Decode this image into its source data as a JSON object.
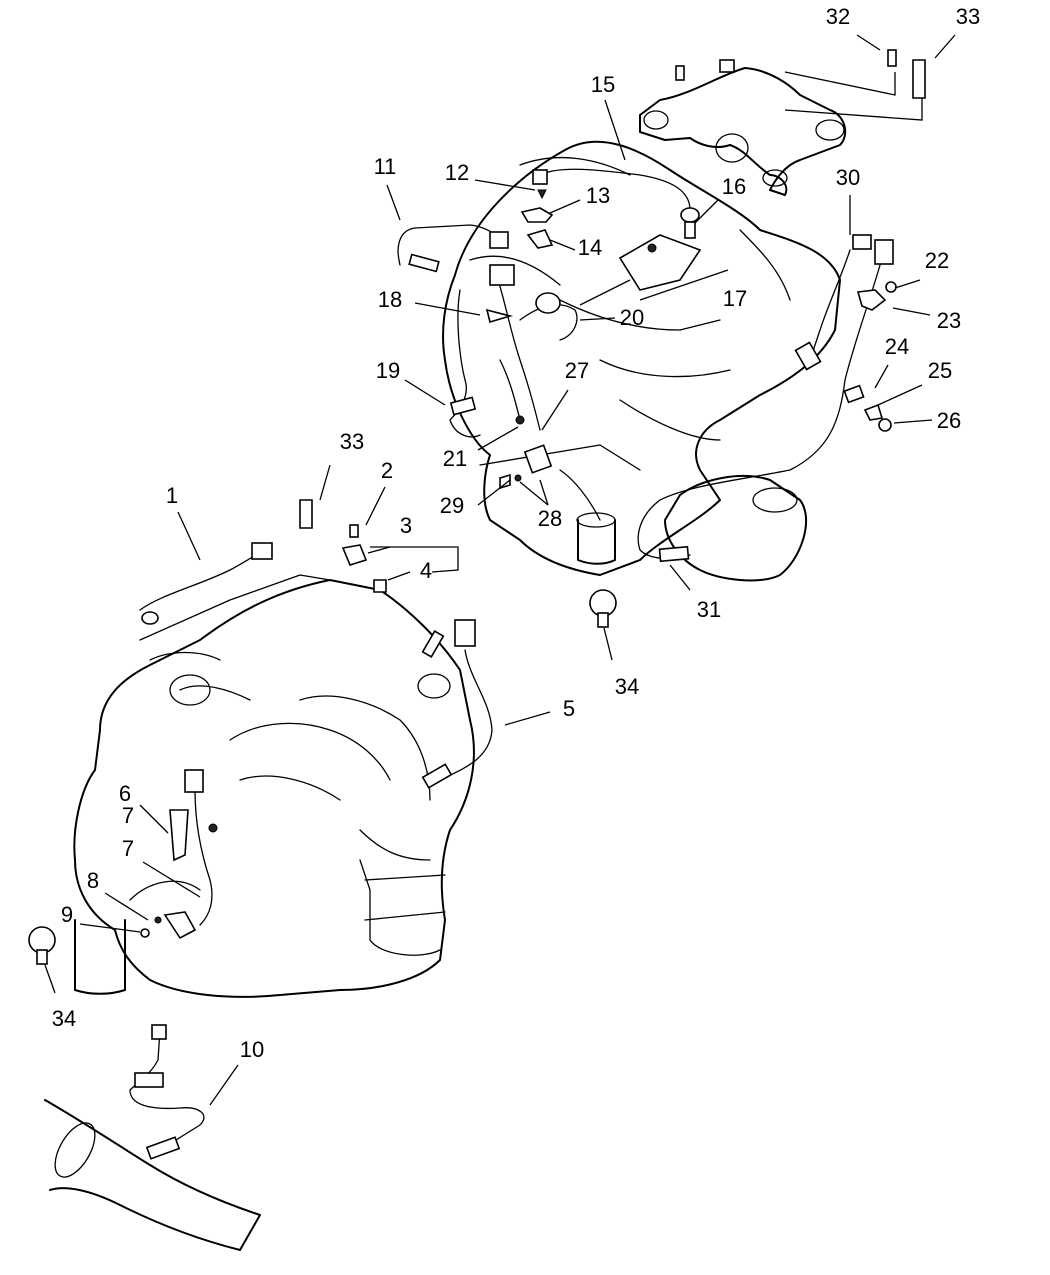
{
  "diagram": {
    "callouts": [
      {
        "id": "c32a",
        "label": "32"
      },
      {
        "id": "c33a",
        "label": "33"
      },
      {
        "id": "c15",
        "label": "15"
      },
      {
        "id": "c11",
        "label": "11"
      },
      {
        "id": "c12",
        "label": "12"
      },
      {
        "id": "c13",
        "label": "13"
      },
      {
        "id": "c16",
        "label": "16"
      },
      {
        "id": "c30",
        "label": "30"
      },
      {
        "id": "c14",
        "label": "14"
      },
      {
        "id": "c22",
        "label": "22"
      },
      {
        "id": "c18",
        "label": "18"
      },
      {
        "id": "c20",
        "label": "20"
      },
      {
        "id": "c17",
        "label": "17"
      },
      {
        "id": "c23",
        "label": "23"
      },
      {
        "id": "c24",
        "label": "24"
      },
      {
        "id": "c19",
        "label": "19"
      },
      {
        "id": "c27",
        "label": "27"
      },
      {
        "id": "c25",
        "label": "25"
      },
      {
        "id": "c26",
        "label": "26"
      },
      {
        "id": "c21",
        "label": "21"
      },
      {
        "id": "c33b",
        "label": "33"
      },
      {
        "id": "c2",
        "label": "2"
      },
      {
        "id": "c1",
        "label": "1"
      },
      {
        "id": "c29",
        "label": "29"
      },
      {
        "id": "c28",
        "label": "28"
      },
      {
        "id": "c3",
        "label": "3"
      },
      {
        "id": "c4",
        "label": "4"
      },
      {
        "id": "c31",
        "label": "31"
      },
      {
        "id": "c34a",
        "label": "34"
      },
      {
        "id": "c5",
        "label": "5"
      },
      {
        "id": "c6",
        "label": "6"
      },
      {
        "id": "c7a",
        "label": "7"
      },
      {
        "id": "c7b",
        "label": "7"
      },
      {
        "id": "c8",
        "label": "8"
      },
      {
        "id": "c9",
        "label": "9"
      },
      {
        "id": "c34b",
        "label": "34"
      },
      {
        "id": "c10",
        "label": "10"
      }
    ]
  }
}
